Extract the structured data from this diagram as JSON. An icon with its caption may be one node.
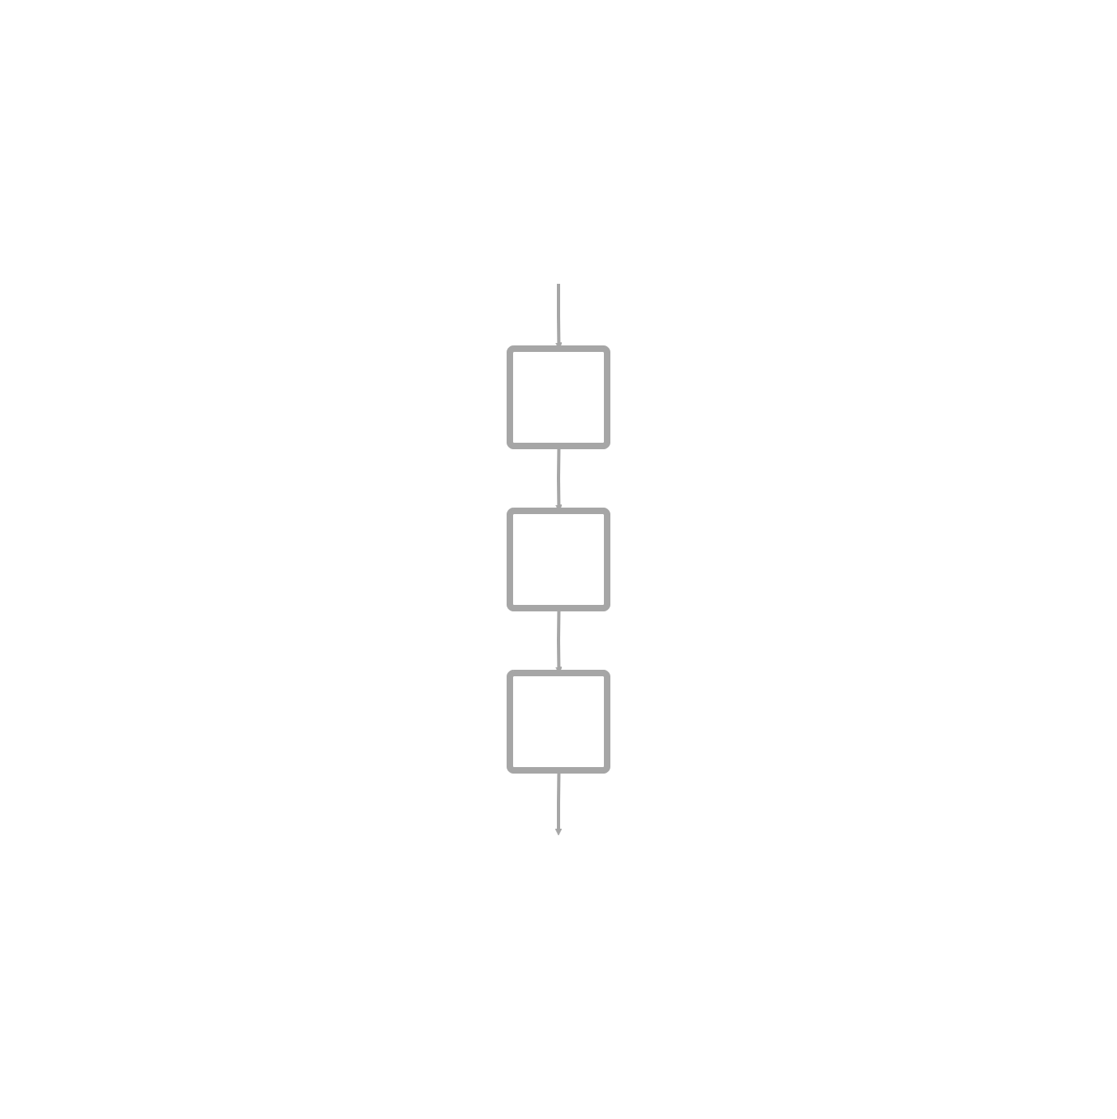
{
  "diagram": {
    "nodes": [
      {
        "text": [],
        "shape": "box"
      },
      {
        "text": [],
        "shape": "box"
      },
      {
        "text": [],
        "shape": "box"
      }
    ],
    "edges": [
      {
        "from": null,
        "to": 0,
        "arrow": "to"
      },
      {
        "from": 0,
        "to": 1,
        "arrow": "to"
      },
      {
        "from": 1,
        "to": 2,
        "arrow": "to"
      },
      {
        "from": 2,
        "to": null,
        "arrow": "to"
      }
    ]
  }
}
